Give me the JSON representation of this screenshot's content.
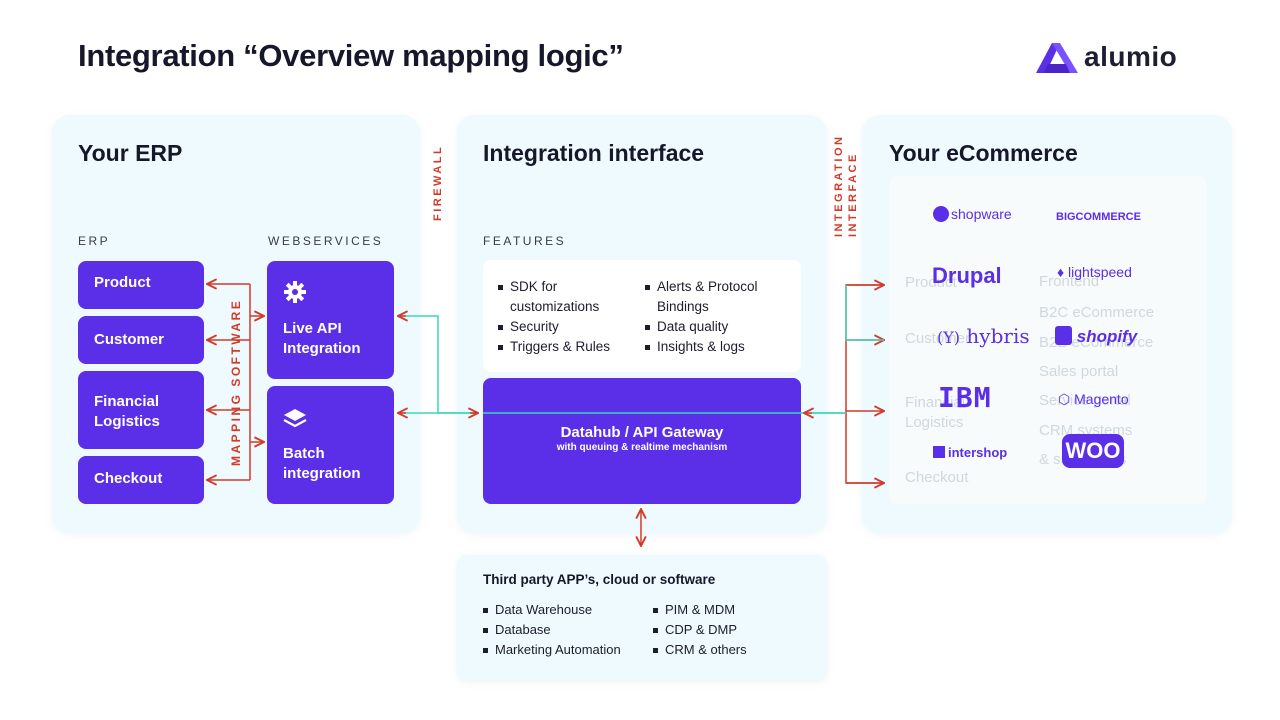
{
  "title": "Integration “Overview mapping logic”",
  "logo_text": "alumio",
  "erp": {
    "title": "Your ERP",
    "erp_label": "ERP",
    "webservices_label": "WEBSERVICES",
    "mapping_label": "MAPPING SOFTWARE",
    "items": [
      "Product",
      "Customer",
      "Financial Logistics",
      "Checkout"
    ],
    "services": [
      {
        "label": "Live API Integration",
        "icon": "gear-icon"
      },
      {
        "label": "Batch integration",
        "icon": "layers-icon"
      }
    ]
  },
  "firewall_label": "FIREWALL",
  "integration_interface_label": "INTEGRATION INTERFACE",
  "interface": {
    "title": "Integration interface",
    "features_label": "FEATURES",
    "features_left": [
      "SDK for customizations",
      "Security",
      "Triggers & Rules"
    ],
    "features_right": [
      "Alerts & Protocol Bindings",
      "Data quality",
      "Insights & logs"
    ],
    "gateway_title": "Datahub / API Gateway",
    "gateway_subtitle": "with queuing & realtime mechanism"
  },
  "third_party": {
    "title": "Third party APP’s, cloud or software",
    "left": [
      "Data Warehouse",
      "Database",
      "Marketing Automation"
    ],
    "right": [
      "PIM & MDM",
      "CDP & DMP",
      "CRM & others"
    ]
  },
  "ecommerce": {
    "title": "Your eCommerce",
    "brands": [
      "shopware",
      "BIGCOMMERCE",
      "Drupal",
      "lightspeed",
      "hybris",
      "shopify",
      "IBM",
      "Magento",
      "intershop",
      "WOO"
    ],
    "ghost_left": [
      "Product",
      "Customer",
      "Financial Logistics",
      "Checkout"
    ],
    "ghost_right": [
      "Frontend",
      "B2C eCommerce",
      "B2B eCommerce",
      "Sales portal",
      "Service portal",
      "CRM systems",
      "& sub portals"
    ]
  },
  "colors": {
    "primary": "#5b2ee8",
    "panel_bg": "#eefafd",
    "arrow_red": "#d13b2a",
    "line_teal": "#3fd6b8"
  }
}
